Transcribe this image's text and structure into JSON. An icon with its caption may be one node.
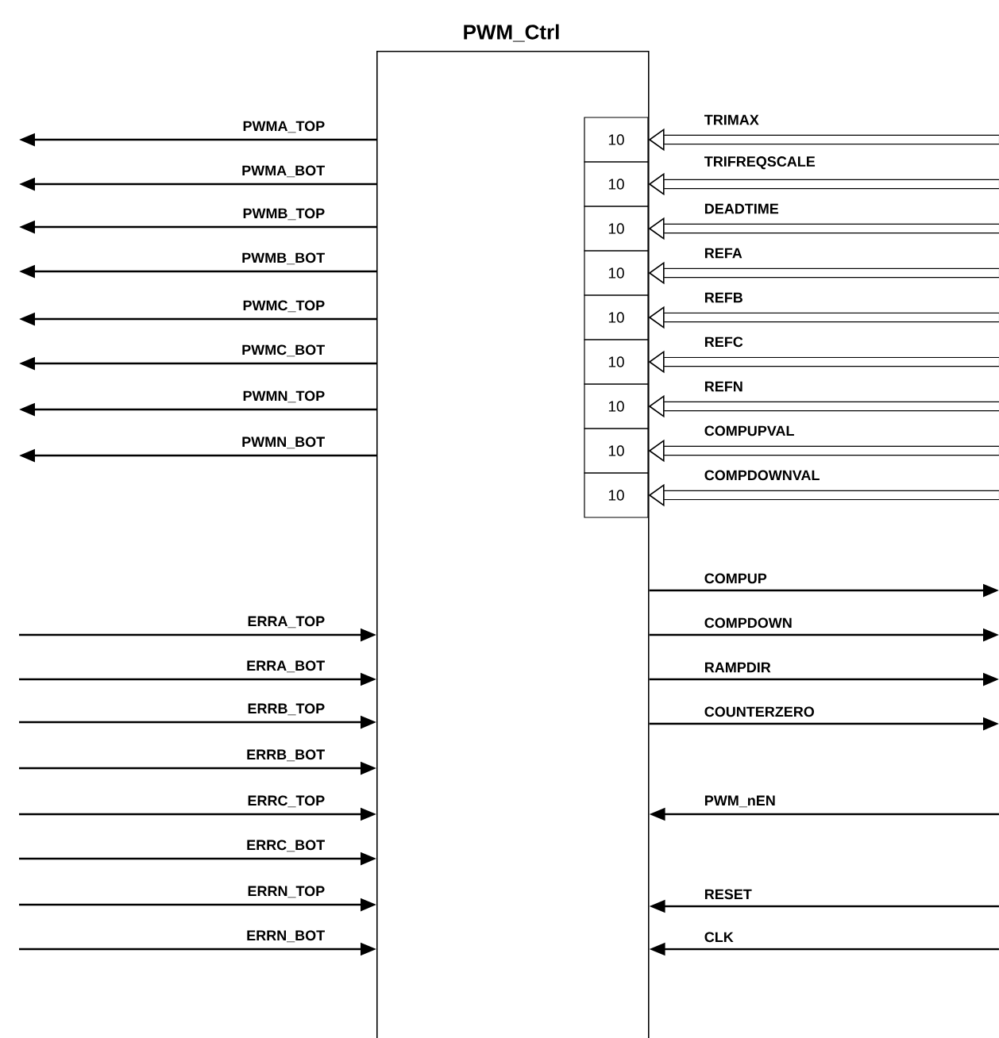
{
  "diagram": {
    "nodes": [
      {
        "text": [
          "PWM_Ctrl"
        ]
      },
      {
        "text": [
          "10"
        ],
        "in": 0
      },
      {
        "text": [
          "10"
        ],
        "in": 0
      },
      {
        "text": [
          "10"
        ],
        "in": 0
      },
      {
        "text": [
          "10"
        ],
        "in": 0
      },
      {
        "text": [
          "10"
        ],
        "in": 0
      },
      {
        "text": [
          "10"
        ],
        "in": 0
      },
      {
        "text": [
          "10"
        ],
        "in": 0
      },
      {
        "text": [
          "10"
        ],
        "in": 0
      },
      {
        "text": [
          "10"
        ],
        "in": 0
      }
    ],
    "edges": [
      {
        "from": 0,
        "to": null,
        "arrow": "to",
        "label": "PWMA_TOP"
      },
      {
        "from": 0,
        "to": null,
        "arrow": "to",
        "label": "PWMA_BOT"
      },
      {
        "from": 0,
        "to": null,
        "arrow": "to",
        "label": "PWMB_TOP"
      },
      {
        "from": 0,
        "to": null,
        "arrow": "to",
        "label": "PWMB_BOT"
      },
      {
        "from": 0,
        "to": null,
        "arrow": "to",
        "label": "PWMC_TOP"
      },
      {
        "from": 0,
        "to": null,
        "arrow": "to",
        "label": "PWMC_BOT"
      },
      {
        "from": 0,
        "to": null,
        "arrow": "to",
        "label": "PWMN_TOP"
      },
      {
        "from": 0,
        "to": null,
        "arrow": "to",
        "label": "PWMN_BOT"
      },
      {
        "from": null,
        "to": 1,
        "arrow": "to",
        "style": "thick",
        "label": "TRIMAX"
      },
      {
        "from": null,
        "to": 2,
        "arrow": "to",
        "style": "thick",
        "label": "TRIFREQSCALE"
      },
      {
        "from": null,
        "to": 3,
        "arrow": "to",
        "style": "thick",
        "label": "DEADTIME"
      },
      {
        "from": null,
        "to": 4,
        "arrow": "to",
        "style": "thick",
        "label": "REFA"
      },
      {
        "from": null,
        "to": 5,
        "arrow": "to",
        "style": "thick",
        "label": "REFB"
      },
      {
        "from": null,
        "to": 6,
        "arrow": "to",
        "style": "thick",
        "label": "REFC"
      },
      {
        "from": null,
        "to": 7,
        "arrow": "to",
        "style": "thick",
        "label": "REFN"
      },
      {
        "from": null,
        "to": 8,
        "arrow": "to",
        "style": "thick",
        "label": "COMPUPVAL"
      },
      {
        "from": null,
        "to": 9,
        "arrow": "to",
        "style": "thick",
        "label": "COMPDOWNVAL"
      },
      {
        "from": 0,
        "to": null,
        "arrow": "to",
        "label": "COMPUP"
      },
      {
        "from": 0,
        "to": null,
        "arrow": "to",
        "label": "COMPDOWN"
      },
      {
        "from": 0,
        "to": null,
        "arrow": "to",
        "label": "RAMPDIR"
      },
      {
        "from": 0,
        "to": null,
        "arrow": "to",
        "label": "COUNTERZERO"
      },
      {
        "from": null,
        "to": 0,
        "arrow": "to",
        "label": "ERRA_TOP"
      },
      {
        "from": null,
        "to": 0,
        "arrow": "to",
        "label": "ERRA_BOT"
      },
      {
        "from": null,
        "to": 0,
        "arrow": "to",
        "label": "ERRB_TOP"
      },
      {
        "from": null,
        "to": 0,
        "arrow": "to",
        "label": "ERRB_BOT"
      },
      {
        "from": null,
        "to": 0,
        "arrow": "to",
        "label": "ERRC_TOP"
      },
      {
        "from": null,
        "to": 0,
        "arrow": "to",
        "label": "ERRC_BOT"
      },
      {
        "from": null,
        "to": 0,
        "arrow": "to",
        "label": "ERRN_TOP"
      },
      {
        "from": null,
        "to": 0,
        "arrow": "to",
        "label": "ERRN_BOT"
      },
      {
        "from": null,
        "to": 0,
        "arrow": "to",
        "label": "PWM_nEN"
      },
      {
        "from": null,
        "to": 0,
        "arrow": "to",
        "label": "RESET"
      },
      {
        "from": null,
        "to": 0,
        "arrow": "to",
        "label": "CLK"
      }
    ]
  }
}
